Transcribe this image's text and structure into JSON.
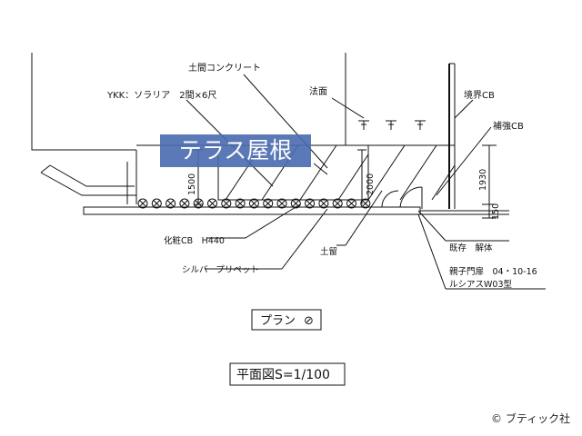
{
  "overlay_title": "テラス屋根",
  "labels": {
    "concrete": "土間コンクリート",
    "ykk": "YKK：ソラリア　2間×6尺",
    "slope": "法面",
    "boundary_cb": "境界CB",
    "reinforce_cb": "補強CB",
    "dim_1500": "1500",
    "dim_2000": "2000",
    "dim_1930": "1930",
    "dim_150": "150",
    "decor_cb": "化粧CB　H440",
    "silver_privet": "シルバープリペット",
    "soil_stop": "土留",
    "existing": "既存　解体",
    "gate_line1": "親子門扉　04・10-16",
    "gate_line2": "ルシアスW03型"
  },
  "plan_label": "プラン",
  "plan_marker": "⊘",
  "scale_label": "平面図S=1/100",
  "copyright": "© ブティック社"
}
